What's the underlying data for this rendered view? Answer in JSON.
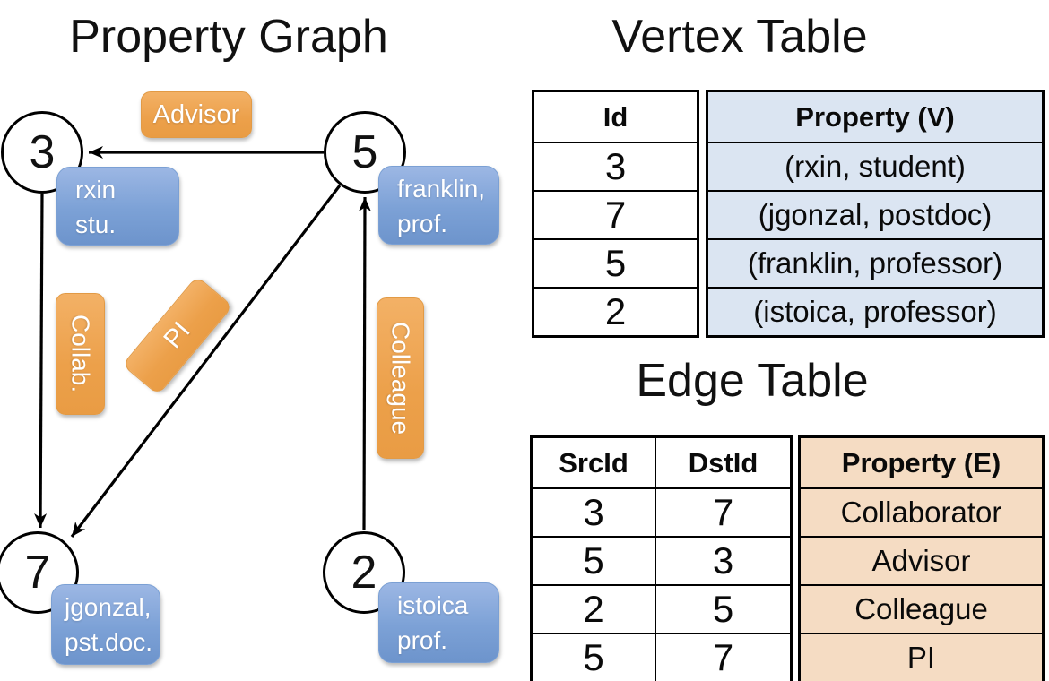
{
  "titles": {
    "graph": "Property Graph",
    "vertex_table": "Vertex Table",
    "edge_table": "Edge Table"
  },
  "graph": {
    "nodes": [
      {
        "id": "3",
        "info_lines": [
          "rxin",
          "stu."
        ]
      },
      {
        "id": "5",
        "info_lines": [
          "franklin,",
          "prof."
        ]
      },
      {
        "id": "7",
        "info_lines": [
          "jgonzal,",
          "pst.doc."
        ]
      },
      {
        "id": "2",
        "info_lines": [
          "istoica",
          "prof."
        ]
      }
    ],
    "edges": [
      {
        "label": "Advisor",
        "src": "5",
        "dst": "3"
      },
      {
        "label": "Collab.",
        "src": "3",
        "dst": "7"
      },
      {
        "label": "PI",
        "src": "5",
        "dst": "7"
      },
      {
        "label": "Colleague",
        "src": "2",
        "dst": "5"
      }
    ]
  },
  "vertex_table": {
    "columns": [
      "Id",
      "Property (V)"
    ],
    "rows": [
      [
        "3",
        "(rxin, student)"
      ],
      [
        "7",
        "(jgonzal, postdoc)"
      ],
      [
        "5",
        "(franklin, professor)"
      ],
      [
        "2",
        "(istoica, professor)"
      ]
    ]
  },
  "edge_table": {
    "columns": [
      "SrcId",
      "DstId",
      "Property (E)"
    ],
    "rows": [
      [
        "3",
        "7",
        "Collaborator"
      ],
      [
        "5",
        "3",
        "Advisor"
      ],
      [
        "2",
        "5",
        "Colleague"
      ],
      [
        "5",
        "7",
        "PI"
      ]
    ]
  },
  "colors": {
    "vertex_property_fill": "#dbe5f2",
    "edge_property_fill": "#f5dcc3",
    "edge_label_orange": "#eca04a",
    "node_info_blue": "#7ca1d6",
    "line_color": "#000000"
  }
}
